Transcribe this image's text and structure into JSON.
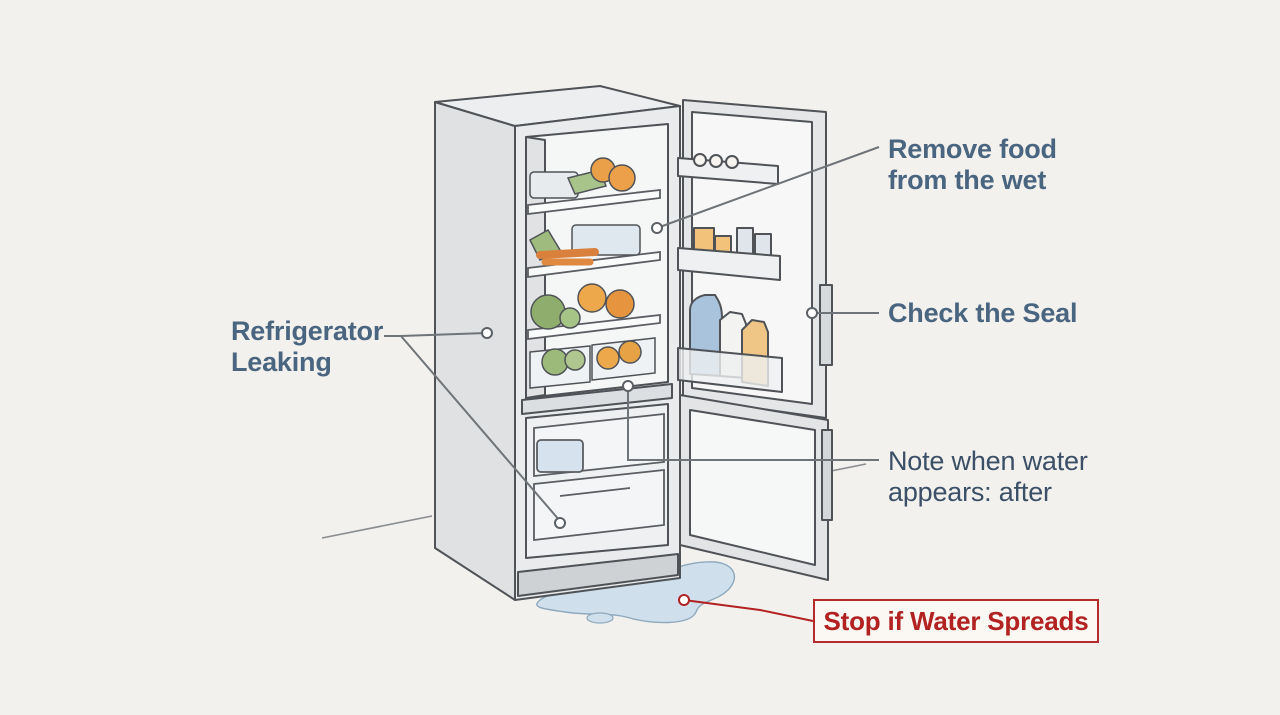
{
  "labels": {
    "remove_food": {
      "line1": "Remove food",
      "line2": "from the wet"
    },
    "check_seal": {
      "text": "Check the Seal"
    },
    "leaking": {
      "line1": "Refrigerator",
      "line2": "Leaking"
    },
    "note_water": {
      "line1": "Note when water",
      "line2": "appears: after"
    },
    "stop": {
      "text": "Stop if Water Spreads"
    }
  },
  "colors": {
    "label_text": "#4a6580",
    "alert_red": "#b22222",
    "leader_line": "#6f7479",
    "water": "#cfe0ec",
    "fridge_body": "#e4e6e8"
  }
}
